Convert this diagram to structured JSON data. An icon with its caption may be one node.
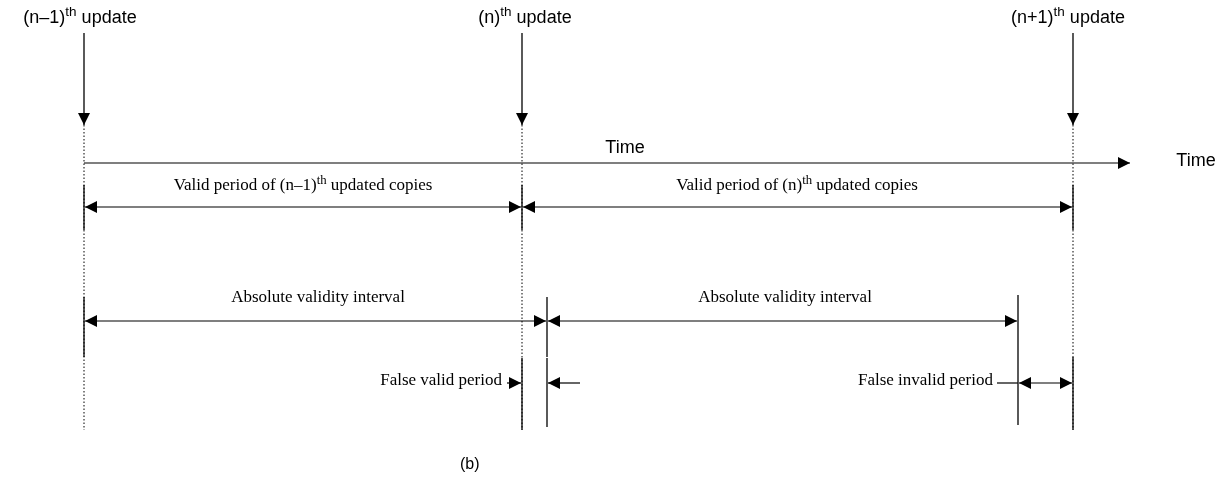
{
  "diagram": {
    "caption": "(b)",
    "nodes": [
      {
        "text": [
          "(n–1)$^{th}$ update"
        ]
      },
      {
        "text": [
          "(n)$^{th}$ update"
        ]
      },
      {
        "text": [
          "(n+1)$^{th}$ update"
        ]
      }
    ],
    "edges": [
      {
        "from": 0,
        "to": null,
        "arrow": "to"
      },
      {
        "from": 1,
        "to": null,
        "arrow": "to"
      },
      {
        "from": 2,
        "to": null,
        "arrow": "to"
      }
    ],
    "labels": [
      "Time",
      "Time",
      "Valid period of (n–1)$^{th}$ updated copies",
      "Valid period of (n)$^{th}$ updated copies",
      "Absolute validity interval",
      "Absolute validity interval",
      "False valid period",
      "False invalid period"
    ]
  }
}
